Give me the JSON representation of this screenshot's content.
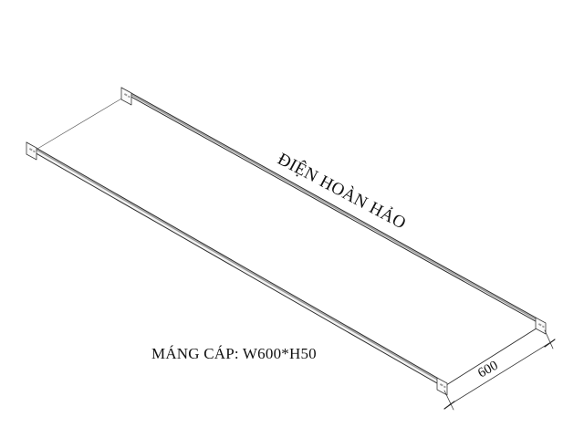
{
  "drawing": {
    "title": "Isometric cable tray technical drawing",
    "background_color": "#ffffff",
    "line_color": "#2b2b2b",
    "rail_shade_color": "#9a9a9a",
    "labels": {
      "product_label": "MÁNG CÁP: W600*H50",
      "brand_watermark": "ĐIỆN HOÀN HẢO",
      "width_dimension": "600"
    },
    "annotations": {
      "product_label_rotation_deg": 0,
      "brand_watermark_rotation_deg": 28,
      "width_dimension_rotation_deg": -29
    },
    "specs": {
      "width_mm": "600",
      "height_mm": "50",
      "designation": "W600*H50"
    }
  }
}
